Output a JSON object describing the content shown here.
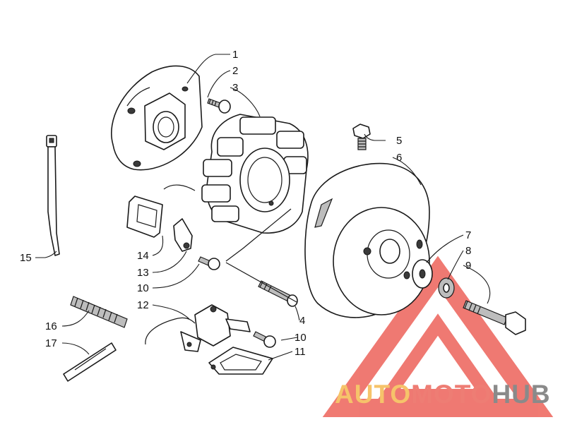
{
  "callouts": {
    "c1": "1",
    "c2": "2",
    "c3": "3",
    "c4": "4",
    "c5": "5",
    "c6": "6",
    "c7": "7",
    "c8": "8",
    "c9": "9",
    "c10a": "10",
    "c10b": "10",
    "c11": "11",
    "c12": "12",
    "c13": "13",
    "c14": "14",
    "c15": "15",
    "c16": "16",
    "c17": "17"
  },
  "watermark": {
    "part1": "AUTO",
    "part2": "MOTO",
    "part3": "HUB",
    "colors": {
      "auto": "#f6c36a",
      "moto": "#ee7d74",
      "hub": "#8a8a8a",
      "triangle": "#ee6b63"
    }
  }
}
